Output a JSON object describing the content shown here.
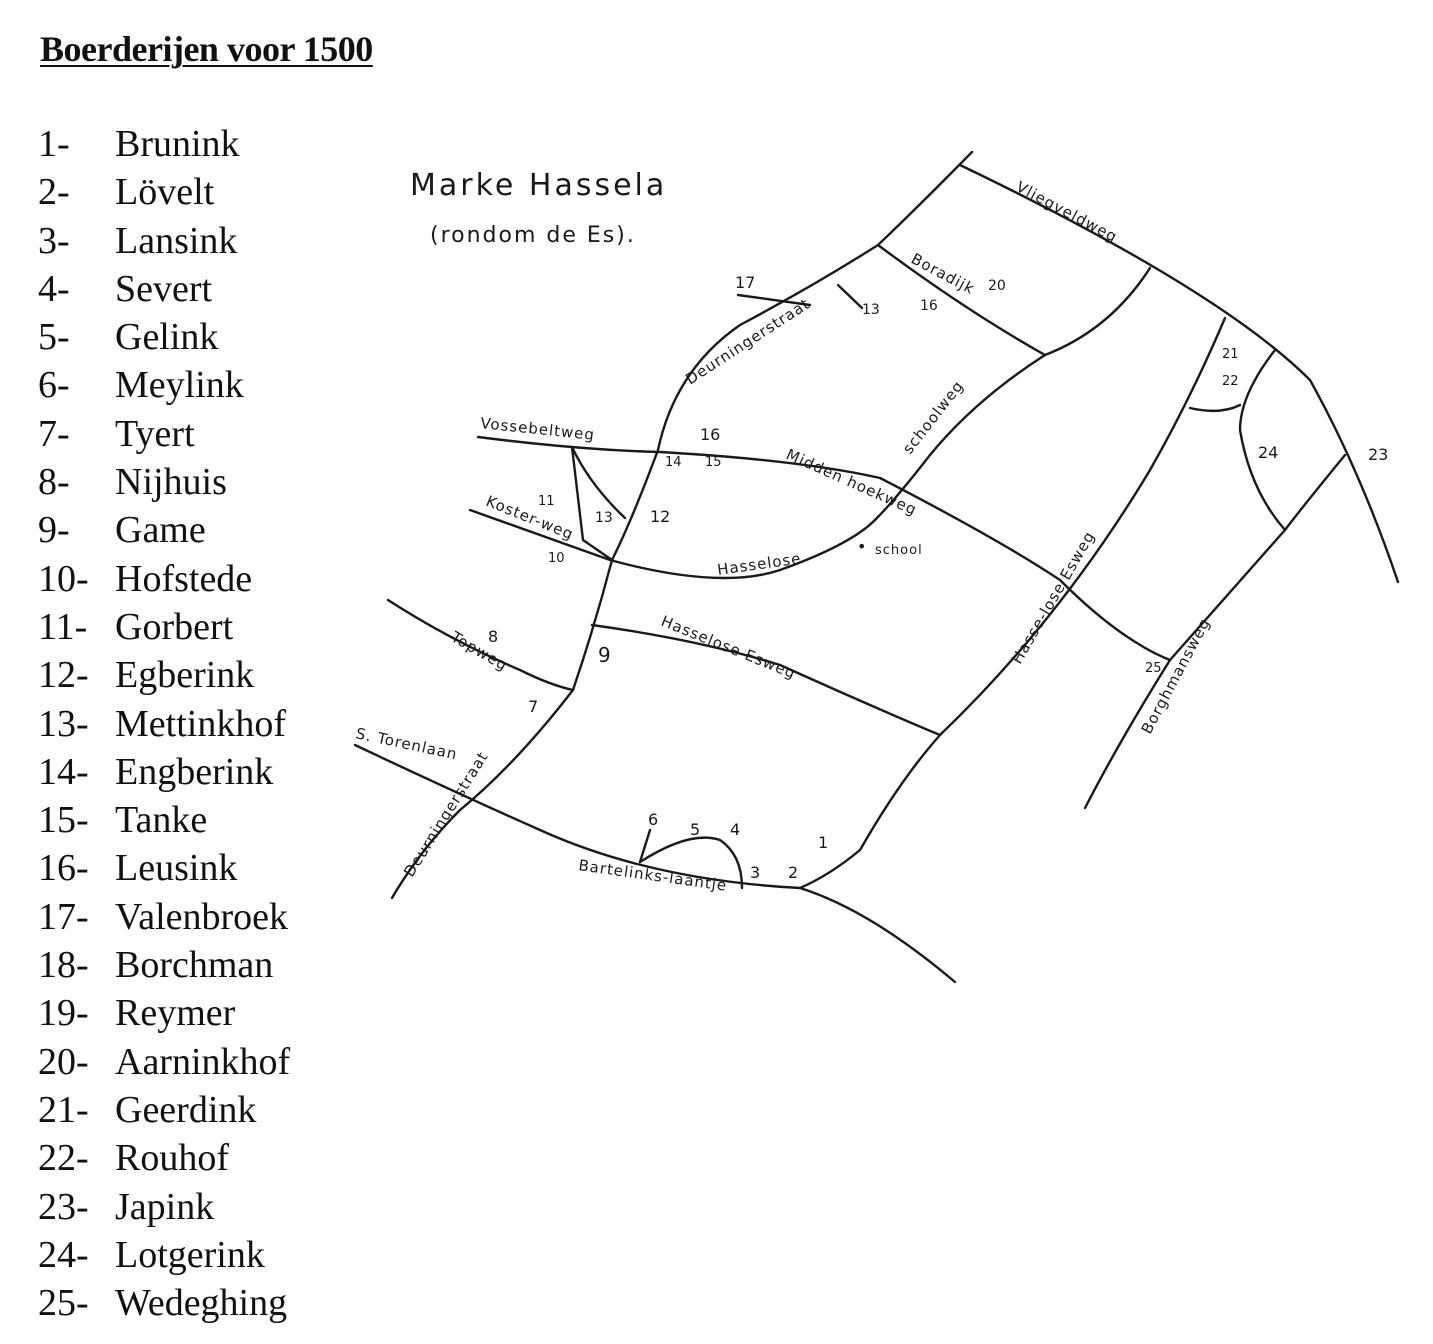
{
  "page": {
    "title": "Boerderijen voor 1500"
  },
  "farms": [
    {
      "number": "1-",
      "name": "Brunink"
    },
    {
      "number": "2-",
      "name": "Lövelt"
    },
    {
      "number": "3-",
      "name": "Lansink"
    },
    {
      "number": "4-",
      "name": "Severt"
    },
    {
      "number": "5-",
      "name": "Gelink"
    },
    {
      "number": "6-",
      "name": "Meylink"
    },
    {
      "number": "7-",
      "name": "Tyert"
    },
    {
      "number": "8-",
      "name": "Nijhuis"
    },
    {
      "number": "9-",
      "name": "Game"
    },
    {
      "number": "10-",
      "name": "Hofstede"
    },
    {
      "number": "11-",
      "name": "Gorbert"
    },
    {
      "number": "12-",
      "name": "Egberink"
    },
    {
      "number": "13-",
      "name": "Mettinkhof"
    },
    {
      "number": "14-",
      "name": "Engberink"
    },
    {
      "number": "15-",
      "name": "Tanke"
    },
    {
      "number": "16-",
      "name": "Leusink"
    },
    {
      "number": "17-",
      "name": "Valenbroek"
    },
    {
      "number": "18-",
      "name": "Borchman"
    },
    {
      "number": "19-",
      "name": "Reymer"
    },
    {
      "number": "20-",
      "name": "Aarninkhof"
    },
    {
      "number": "21-",
      "name": "Geerdink"
    },
    {
      "number": "22-",
      "name": "Rouhof"
    },
    {
      "number": "23-",
      "name": "Japink"
    },
    {
      "number": "24-",
      "name": "Lotgerink"
    },
    {
      "number": "25-",
      "name": "Wedeghing"
    }
  ],
  "map": {
    "title": "Marke Hassela",
    "subtitle": "(rondom de Es).",
    "streets": {
      "vliegveldweg": "Vliegveldweg",
      "deurningerstraat_north": "Deurningerstraat",
      "boradijk": "Boradijk",
      "schoolweg": "schoolweg",
      "vossebeltweg": "Vossebeltweg",
      "middenhoekweg": "Midden hoekweg",
      "kosterweg": "Koster-weg",
      "hasselose": "Hasselose",
      "school": "school",
      "hasselose_esweg_right": "Hasse-lose Esweg",
      "hasselose_esweg_center": "Hasselose Esweg",
      "topweg": "Topweg",
      "torenlaan": "S. Torenlaan",
      "deurningerstraat_south": "Deurningerstraat",
      "bartelinks_laantje": "Bartelinks-laantje",
      "borghmansweg": "Borghmansweg"
    },
    "labels": {
      "n1": "1",
      "n2": "2",
      "n3": "3",
      "n4": "4",
      "n5": "5",
      "n6": "6",
      "n7": "7",
      "n8": "8",
      "n9": "9",
      "n10": "10",
      "n11": "11",
      "n12": "12",
      "n13_north": "13",
      "n13_west": "13",
      "n14": "14",
      "n15": "15",
      "n16_north": "16",
      "n16_center": "16",
      "n17": "17",
      "n20": "20",
      "n21": "21",
      "n22": "22",
      "n23": "23",
      "n24": "24",
      "n25": "25"
    }
  }
}
